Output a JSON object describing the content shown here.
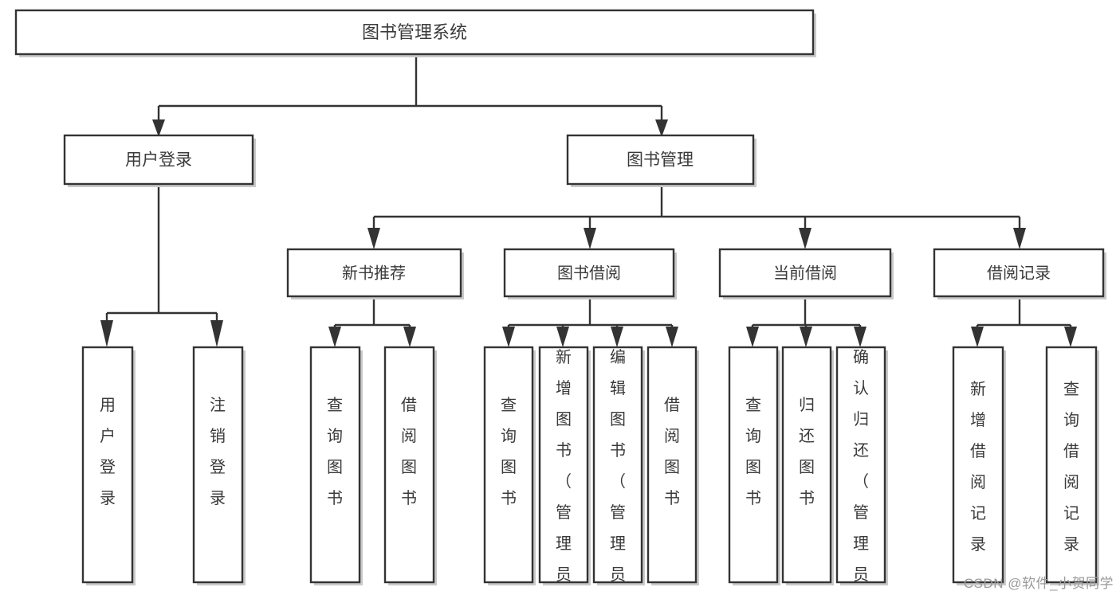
{
  "diagram": {
    "title": "图书管理系统",
    "type": "hierarchy-tree",
    "root": {
      "id": "root",
      "label": "图书管理系统"
    },
    "level2": [
      {
        "id": "user-login",
        "label": "用户登录"
      },
      {
        "id": "book-management",
        "label": "图书管理"
      }
    ],
    "level3": [
      {
        "id": "new-book-recommend",
        "label": "新书推荐"
      },
      {
        "id": "book-borrow",
        "label": "图书借阅"
      },
      {
        "id": "current-borrow",
        "label": "当前借阅"
      },
      {
        "id": "borrow-record",
        "label": "借阅记录"
      }
    ],
    "leaves": {
      "user_login": [
        {
          "id": "leaf-user-login",
          "label": "用户登录"
        },
        {
          "id": "leaf-logout-login",
          "label": "注销登录"
        }
      ],
      "new_book_recommend": [
        {
          "id": "leaf-query-book-1",
          "label": "查询图书"
        },
        {
          "id": "leaf-borrow-book-1",
          "label": "借阅图书"
        }
      ],
      "book_borrow": [
        {
          "id": "leaf-query-book-2",
          "label": "查询图书"
        },
        {
          "id": "leaf-add-book",
          "label": "新增图书（管理员）"
        },
        {
          "id": "leaf-edit-book",
          "label": "编辑图书（管理员）"
        },
        {
          "id": "leaf-borrow-book-2",
          "label": "借阅图书"
        }
      ],
      "current_borrow": [
        {
          "id": "leaf-query-book-3",
          "label": "查询图书"
        },
        {
          "id": "leaf-return-book",
          "label": "归还图书"
        },
        {
          "id": "leaf-confirm-return",
          "label": "确认归还（管理员）"
        }
      ],
      "borrow_record": [
        {
          "id": "leaf-add-record",
          "label": "新增借阅记录"
        },
        {
          "id": "leaf-query-record",
          "label": "查询借阅记录"
        }
      ]
    }
  },
  "watermark": {
    "text": "CSDN @软件_小贺同学"
  },
  "colors": {
    "box_stroke": "#333333",
    "box_fill": "#ffffff",
    "text": "#3a3a3a",
    "shadow": "#c9c9c9",
    "watermark": "#9a9a9a",
    "background": "#ffffff"
  }
}
